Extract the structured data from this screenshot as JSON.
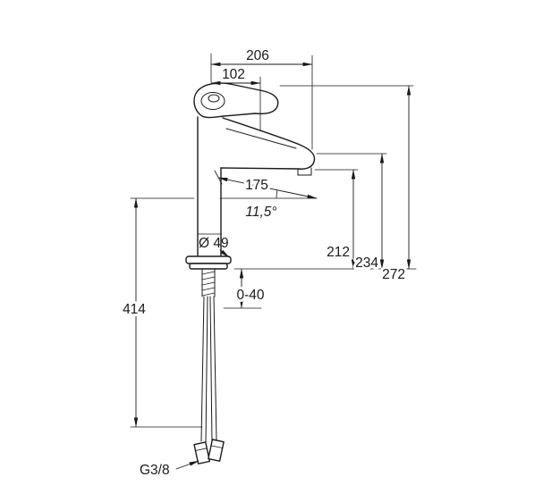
{
  "drawing": {
    "type": "technical-dimension-drawing",
    "subject": "tall single-lever basin mixer faucet",
    "colors": {
      "line": "#1a1a1a",
      "background": "#ffffff"
    },
    "labels": {
      "reach_total": "206",
      "reach_inner": "102",
      "spout_length": "175",
      "spout_angle": "11,5°",
      "height_aerator": "212",
      "height_spout": "234",
      "height_total": "272",
      "base_diameter": "Ø 49",
      "mounting_thickness": "0-40",
      "hose_length": "414",
      "connection_thread": "G3/8"
    }
  }
}
